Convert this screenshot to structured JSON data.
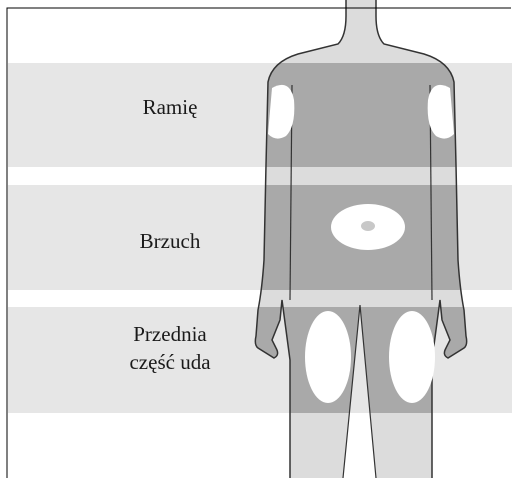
{
  "zones": {
    "arm": {
      "label": "Ramię"
    },
    "belly": {
      "label": "Brzuch"
    },
    "thigh": {
      "label_lines": [
        "Przednia",
        "część uda"
      ]
    }
  },
  "colors": {
    "band": "#e6e6e6",
    "body": "#dcdcdc",
    "body_in_band": "#a9a9a9",
    "outline": "#333333",
    "site": "#ffffff",
    "border": "#000000"
  },
  "icons": {
    "body": "human-body-front-silhouette",
    "injection_site": "white-oval-injection-site",
    "navel": "navel-mark"
  }
}
